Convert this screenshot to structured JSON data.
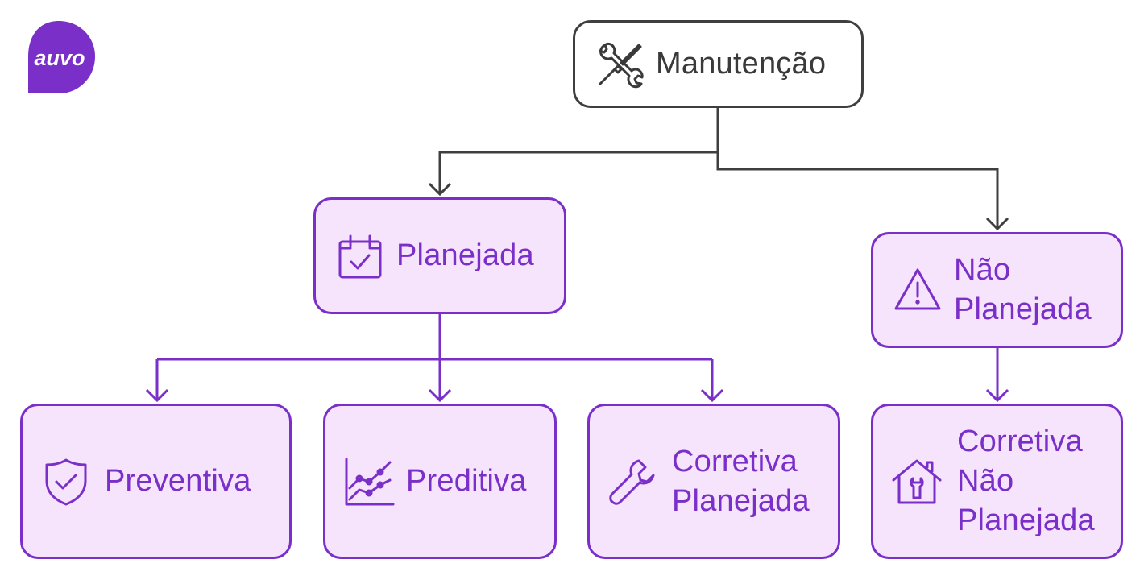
{
  "brand": {
    "logo_text": "auvo",
    "logo_color": "#7a2fc9"
  },
  "colors": {
    "accent": "#7a2fc9",
    "node_fill": "#f5e4fb",
    "root_border": "#3f3f3f",
    "root_text": "#3a3a3a"
  },
  "nodes": {
    "root": {
      "label": "Manutenção",
      "icon": "tools-icon"
    },
    "planejada": {
      "label": "Planejada",
      "icon": "calendar-check-icon"
    },
    "nao_planejada": {
      "label": "Não\nPlanejada",
      "icon": "warning-icon"
    },
    "preventiva": {
      "label": "Preventiva",
      "icon": "shield-check-icon"
    },
    "preditiva": {
      "label": "Preditiva",
      "icon": "trend-chart-icon"
    },
    "corretiva_planejada": {
      "label": "Corretiva\nPlanejada",
      "icon": "wrench-icon"
    },
    "corretiva_nao_planejada": {
      "label": "Corretiva\nNão\nPlanejada",
      "icon": "house-wrench-icon"
    }
  },
  "edges": [
    {
      "from": "Manutenção",
      "to": "Planejada"
    },
    {
      "from": "Manutenção",
      "to": "Não Planejada"
    },
    {
      "from": "Planejada",
      "to": "Preventiva"
    },
    {
      "from": "Planejada",
      "to": "Preditiva"
    },
    {
      "from": "Planejada",
      "to": "Corretiva Planejada"
    },
    {
      "from": "Não Planejada",
      "to": "Corretiva Não Planejada"
    }
  ]
}
